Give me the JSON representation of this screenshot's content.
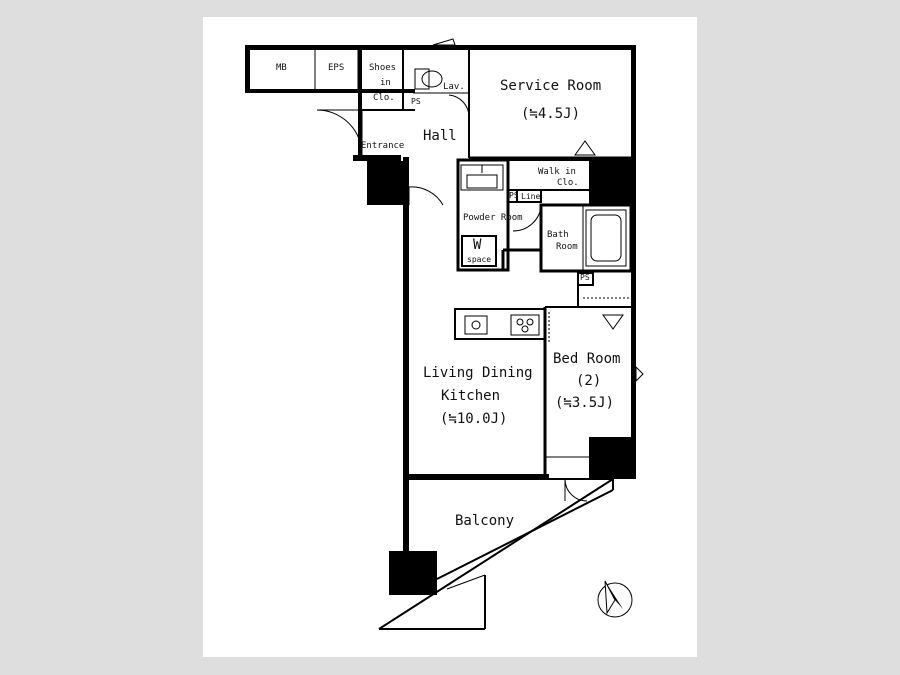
{
  "rooms": {
    "mb": "MB",
    "eps": "EPS",
    "shoes_line1": "Shoes",
    "shoes_line2": "in",
    "shoes_line3": "Clo.",
    "lav": "Lav.",
    "service_room": "Service Room",
    "service_room_size": "(≒4.5J)",
    "hall": "Hall",
    "entrance": "Entrance",
    "walk_in_line1": "Walk in",
    "walk_in_line2": "Clo.",
    "ps": "PS",
    "linen": "Line",
    "powder_room": "Powder Room",
    "w_space_letter": "W",
    "w_space_word": "space",
    "bath_line1": "Bath",
    "bath_line2": "Room",
    "ldk_line1": "Living Dining",
    "ldk_line2": "Kitchen",
    "ldk_size": "(≒10.0J)",
    "bed_line1": "Bed Room",
    "bed_line2": "(2)",
    "bed_size": "(≒3.5J)",
    "balcony": "Balcony"
  },
  "colors": {
    "wall": "#000000",
    "background": "#dedede",
    "sheet": "#ffffff"
  },
  "icons": {
    "compass": "north-arrow-icon",
    "toilet": "toilet-icon",
    "sink": "sink-icon",
    "bathtub": "bathtub-icon",
    "stove": "stove-icon",
    "washer": "washer-space-icon"
  }
}
